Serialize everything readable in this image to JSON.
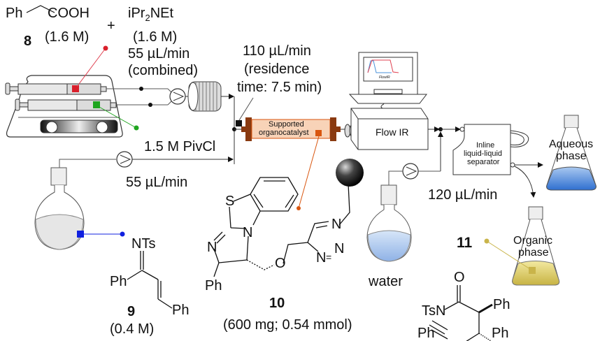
{
  "reagents": {
    "acid": {
      "left": "Ph",
      "right": "COOH",
      "number": "8",
      "conc": "(1.6 M)"
    },
    "plus": "+",
    "base": {
      "name_prefix": "iPr",
      "name_sub": "2",
      "name_suffix": "NEt",
      "conc": "(1.6 M)"
    },
    "combined_flow": "55 µL/min",
    "combined_note": "(combined)"
  },
  "reactor_flow": {
    "rate": "110 µL/min",
    "line2": "(residence",
    "line3": "time: 7.5 min)"
  },
  "column": {
    "line1": "Supported",
    "line2": "organocatalyst"
  },
  "pivcl": {
    "label": "1.5 M PivCl",
    "flow": "55 µL/min"
  },
  "flow_ir": {
    "label": "Flow IR",
    "screen_label": "FlowIR"
  },
  "separator": {
    "line1": "Inline",
    "line2": "liquid-liquid",
    "line3": "separator"
  },
  "aqueous": {
    "line1": "Aqueous",
    "line2": "phase"
  },
  "organic": {
    "line1": "Organic",
    "line2": "phase"
  },
  "water": {
    "label": "water",
    "flow": "120 µL/min"
  },
  "substrate9": {
    "imine": "NTs",
    "ph1": "Ph",
    "ph2": "Ph",
    "number": "9",
    "conc": "(0.4 M)"
  },
  "catalyst10": {
    "S": "S",
    "N1": "N",
    "N2": "N",
    "O": "O",
    "Ph": "Ph",
    "triazole_N1": "N",
    "triazole_N2": "N",
    "triazole_N3": "N",
    "triazole_eq": "=",
    "number": "10",
    "amount": "(600 mg; 0.54 mmol)"
  },
  "product11": {
    "number": "11",
    "O": "O",
    "TsN": "TsN",
    "Ph1": "Ph",
    "Ph2": "Ph",
    "Ph3": "Ph"
  },
  "colors": {
    "red_marker": "#d9202c",
    "green_marker": "#1fa51f",
    "blue_marker": "#1020e0",
    "orange_marker": "#d9560f",
    "olive_marker": "#c9b44a",
    "column_fill": "#f8d3b8",
    "column_cap": "#8a3a10",
    "aqueous_blue": "#4a86d8",
    "organic_yellow": "#d8c75a"
  }
}
